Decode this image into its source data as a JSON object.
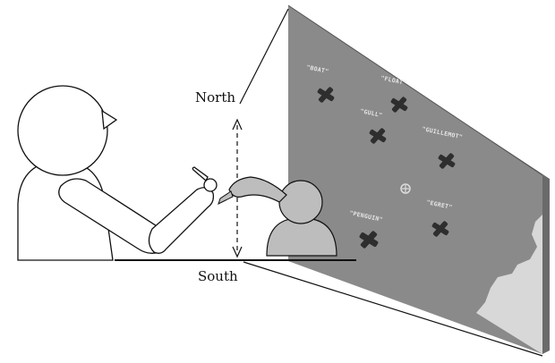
{
  "directions": {
    "north": "North",
    "south": "South"
  },
  "screen": {
    "labels": {
      "boat": "\"BOAT\"",
      "float": "\"FLOAT\"",
      "gull": "\"GULL\"",
      "guillemot": "\"GUILLEMOT\"",
      "penguin": "\"PENGUIN\"",
      "egret": "\"EGRET\""
    }
  },
  "colors": {
    "screen": "#8a8a8a",
    "screen_edge": "#6a6a6a",
    "landmass": "#d8d8d8",
    "marker": "#2e2e2e",
    "avatar": "#bdbdbd"
  }
}
